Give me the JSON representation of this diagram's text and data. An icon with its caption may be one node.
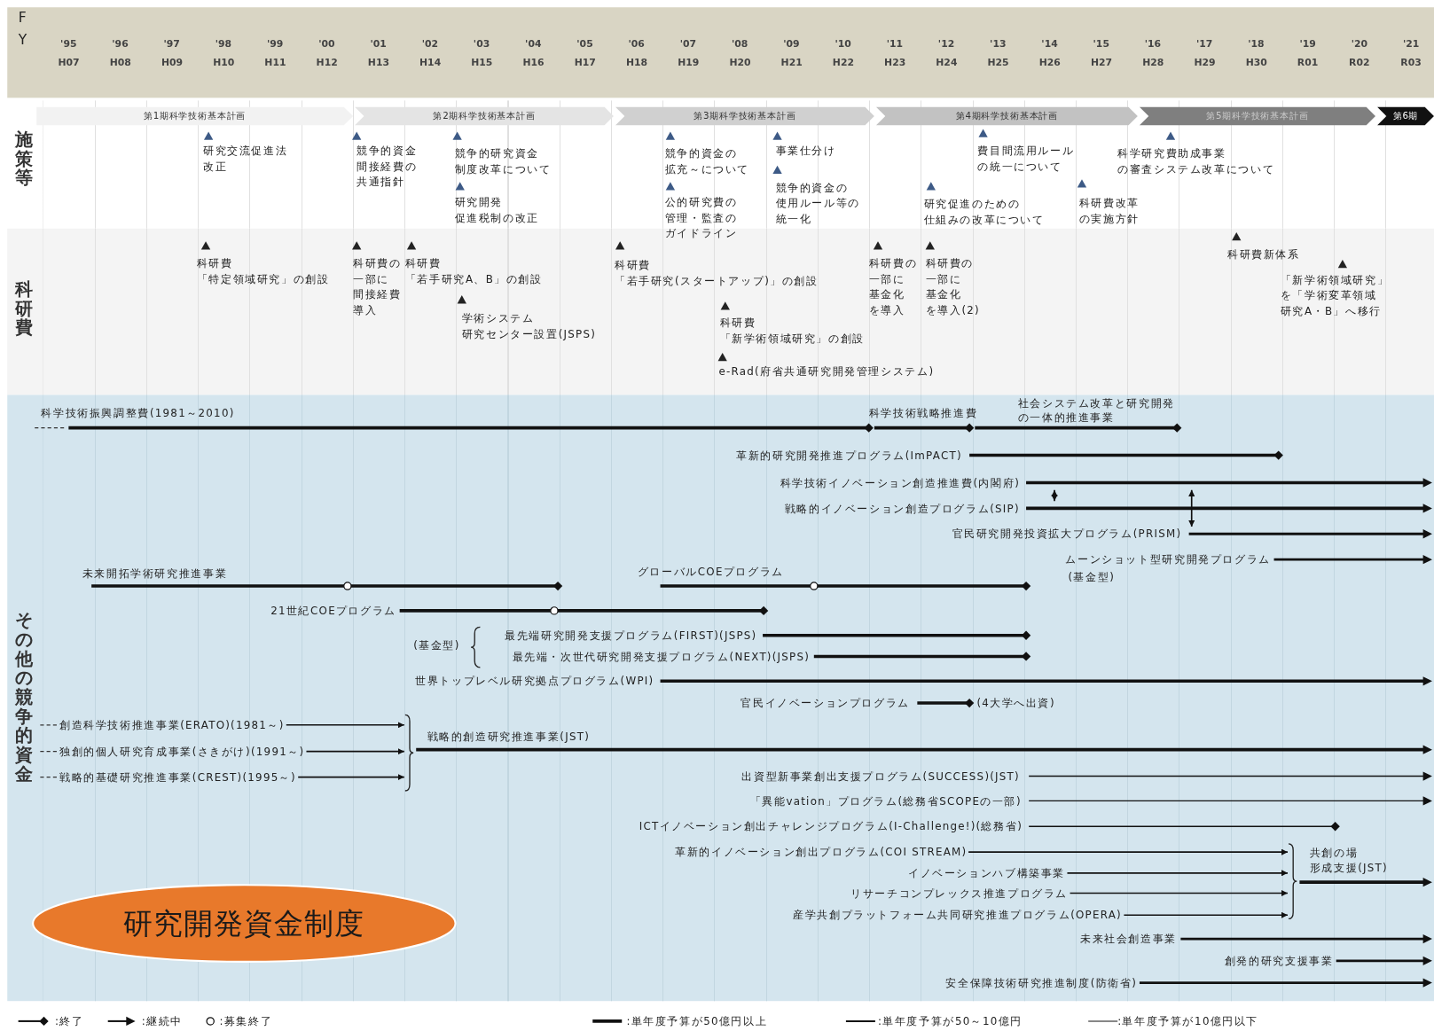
{
  "diagram": {
    "nodes": [
      {
        "text": [
          "第1期科学技術基本計画"
        ]
      },
      {
        "text": [
          "第2期科学技術基本計画"
        ]
      },
      {
        "text": [
          "第3期科学技術基本計画"
        ]
      },
      {
        "text": [
          "第4期科学技術基本計画"
        ]
      },
      {
        "text": [
          "第5期科学技術基本計画"
        ]
      },
      {
        "text": [
          "第6期"
        ]
      },
      {
        "text": [
          "科学技術振興調整費(1981～2010)"
        ]
      },
      {
        "text": [
          "科学技術戦略推進費"
        ]
      },
      {
        "text": [
          "社会システム改革と研究開発の一体的推進事業"
        ]
      },
      {
        "text": [
          "革新的研究開発推進プログラム(ImPACT)"
        ]
      },
      {
        "text": [
          "科学技術イノベーション創造推進費(内閣府)"
        ]
      },
      {
        "text": [
          "戦略的イノベーション創造プログラム(SIP)"
        ]
      },
      {
        "text": [
          "官民研究開発投資拡大プログラム(PRISM)"
        ]
      },
      {
        "text": [
          "ムーンショット型研究開発プログラム",
          "(基金型)"
        ]
      },
      {
        "text": [
          "未来開拓学術研究推進事業"
        ]
      },
      {
        "text": [
          "グローバルCOEプログラム"
        ]
      },
      {
        "text": [
          "21世紀COEプログラム"
        ]
      },
      {
        "text": [
          "最先端研究開発支援プログラム(FIRST)(JSPS)"
        ]
      },
      {
        "text": [
          "最先端・次世代研究開発支援プログラム(NEXT)(JSPS)"
        ]
      },
      {
        "text": [
          "世界トップレベル研究拠点プログラム(WPI)"
        ]
      },
      {
        "text": [
          "官民イノベーションプログラム"
        ],
        "beside": [
          "(4大学へ出資)"
        ]
      },
      {
        "text": [
          "創造科学技術推進事業(ERATO)(1981～)"
        ]
      },
      {
        "text": [
          "独創的個人研究育成事業(さきがけ)(1991～)"
        ]
      },
      {
        "text": [
          "戦略的基礎研究推進事業(CREST)(1995～)"
        ]
      },
      {
        "text": [
          "戦略的創造研究推進事業(JST)"
        ]
      },
      {
        "text": [
          "出資型新事業創出支援プログラム(SUCCESS)(JST)"
        ]
      },
      {
        "text": [
          "「異能vation」プログラム(総務省SCOPEの一部)"
        ]
      },
      {
        "text": [
          "ICTイノベーション創出チャレンジプログラム(I-Challenge!)(総務省)"
        ]
      },
      {
        "text": [
          "革新的イノベーション創出プログラム(COI STREAM)"
        ]
      },
      {
        "text": [
          "イノベーションハブ構築事業"
        ]
      },
      {
        "text": [
          "リサーチコンプレックス推進プログラム"
        ]
      },
      {
        "text": [
          "産学共創プラットフォーム共同研究推進プログラム(OPERA)"
        ]
      },
      {
        "text": [
          "共創の場形成支援(JST)"
        ]
      },
      {
        "text": [
          "未来社会創造事業"
        ]
      },
      {
        "text": [
          "創発的研究支援事業"
        ]
      },
      {
        "text": [
          "安全保障技術研究推進制度(防衛省)"
        ]
      },
      {
        "text": [
          "研究開発資金制度"
        ]
      }
    ],
    "edges": [
      {
        "from": 21,
        "to": 24,
        "arrow": "to"
      },
      {
        "from": 22,
        "to": 24,
        "arrow": "to"
      },
      {
        "from": 23,
        "to": 24,
        "arrow": "to"
      },
      {
        "from": 28,
        "to": 32,
        "arrow": "to"
      },
      {
        "from": 29,
        "to": 32,
        "arrow": "to"
      },
      {
        "from": 30,
        "to": 32,
        "arrow": "to"
      },
      {
        "from": 31,
        "to": 32,
        "arrow": "to"
      },
      {
        "from": 10,
        "to": 11,
        "arrow": "both"
      },
      {
        "from": 10,
        "to": 12,
        "arrow": "both"
      }
    ],
    "labels": [
      "F",
      "Y",
      "'95",
      "H07",
      "'96",
      "H08",
      "'97",
      "H09",
      "'98",
      "H10",
      "'99",
      "H11",
      "'00",
      "H12",
      "'01",
      "H13",
      "'02",
      "H14",
      "'03",
      "H15",
      "'04",
      "H16",
      "'05",
      "H17",
      "'06",
      "H18",
      "'07",
      "H19",
      "'08",
      "H20",
      "'09",
      "H21",
      "'10",
      "H22",
      "'11",
      "H23",
      "'12",
      "H24",
      "'13",
      "H25",
      "'14",
      "H26",
      "'15",
      "H27",
      "'16",
      "H28",
      "'17",
      "H29",
      "'18",
      "H30",
      "'19",
      "R01",
      "'20",
      "R02",
      "'21",
      "R03",
      "施策等",
      "科研費",
      "その他の競争的資金",
      "研究交流促進法改正",
      "競争的資金間接経費の共通指針",
      "競争的研究資金制度改革について",
      "研究開発促進税制の改正",
      "競争的資金の拡充～について",
      "公的研究費の管理・監査のガイドライン",
      "事業仕分け",
      "競争的資金の使用ルール等の統一化",
      "費目間流用ルールの統一について",
      "研究促進のための仕組みの改革について",
      "科研費改革の実施方針",
      "科学研究費助成事業の審査システム改革について",
      "科研費「特定領域研究」の創設",
      "科研費の一部に間接経費導入",
      "科研費「若手研究A、B」の創設",
      "学術システム研究センター設置(JSPS)",
      "科研費「若手研究(スタートアップ)」の創設",
      "科研費「新学術領域研究」の創設",
      "e-Rad(府省共通研究開発管理システム)",
      "科研費の一部に基金化を導入",
      "科研費の一部に基金化を導入(2)",
      "科研費新体系",
      "「新学術領域研究」を「学術変革領域研究A・B」へ移行",
      "(基金型)"
    ],
    "legend": [
      {
        "text": ":終了"
      },
      {
        "text": ":継続中"
      },
      {
        "text": ":募集終了"
      },
      {
        "text": ":単年度予算が50億円以上"
      },
      {
        "text": ":単年度予算が50～10億円"
      },
      {
        "text": ":単年度予算が10億円以下"
      }
    ]
  }
}
